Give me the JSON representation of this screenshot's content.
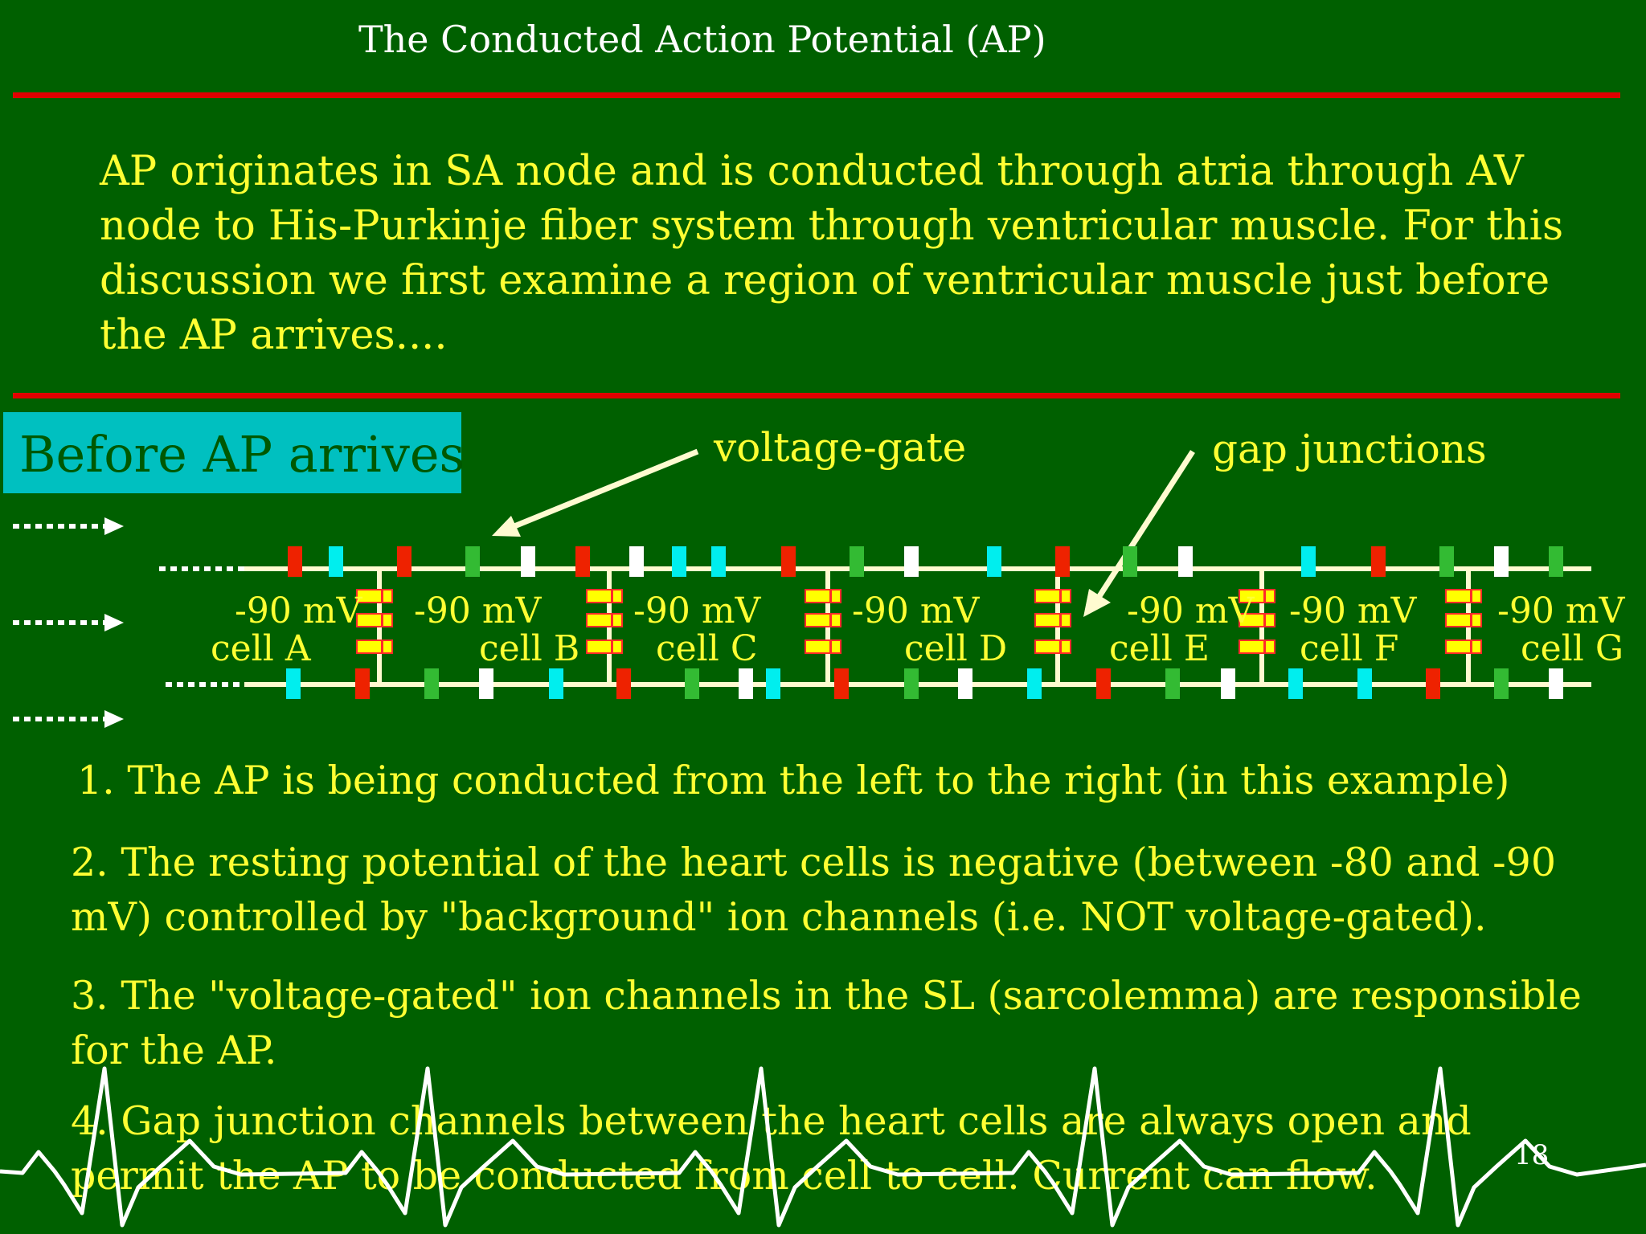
{
  "slide": {
    "title": "The Conducted Action Potential (AP)",
    "intro": "AP originates in SA node and is conducted through atria through AV node to His-Purkinje fiber system through ventricular muscle.  For this discussion we first examine a region of ventricular muscle just before the AP arrives....",
    "banner": "Before AP arrives",
    "page_number": "18"
  },
  "diagram": {
    "callout_voltage_gate": "voltage-gate",
    "callout_gap_junctions": "gap junctions",
    "cells": [
      {
        "potential": "-90 mV",
        "name": "cell A"
      },
      {
        "potential": "-90 mV",
        "name": "cell B"
      },
      {
        "potential": "-90 mV",
        "name": "cell C"
      },
      {
        "potential": "-90 mV",
        "name": "cell D"
      },
      {
        "potential": "-90 mV",
        "name": "cell E"
      },
      {
        "potential": "-90 mV",
        "name": "cell F"
      },
      {
        "potential": "-90 mV",
        "name": "cell G"
      }
    ],
    "channel_colors": {
      "membrane": "#fffbd0",
      "red": "#ee2200",
      "green": "#33bb33",
      "cyan": "#00eeee",
      "white": "#ffffff",
      "gap_fill": "#ffff00",
      "gap_edge": "#ff2a2a"
    }
  },
  "points": [
    "1. The AP is being conducted from the left to the right (in this example)",
    "2. The resting potential of the heart cells is negative (between -80 and -90 mV) controlled by \"background\" ion channels (i.e. NOT voltage-gated).",
    "3. The \"voltage-gated\" ion channels in the SL (sarcolemma) are responsible for the AP.",
    "4.  Gap junction channels between the heart cells are always open and permit the AP to be conducted from cell to cell.  Current can flow."
  ],
  "colors": {
    "background": "#006000",
    "text": "#ffff33",
    "rule": "#e00000",
    "banner": "#00c0c0"
  }
}
